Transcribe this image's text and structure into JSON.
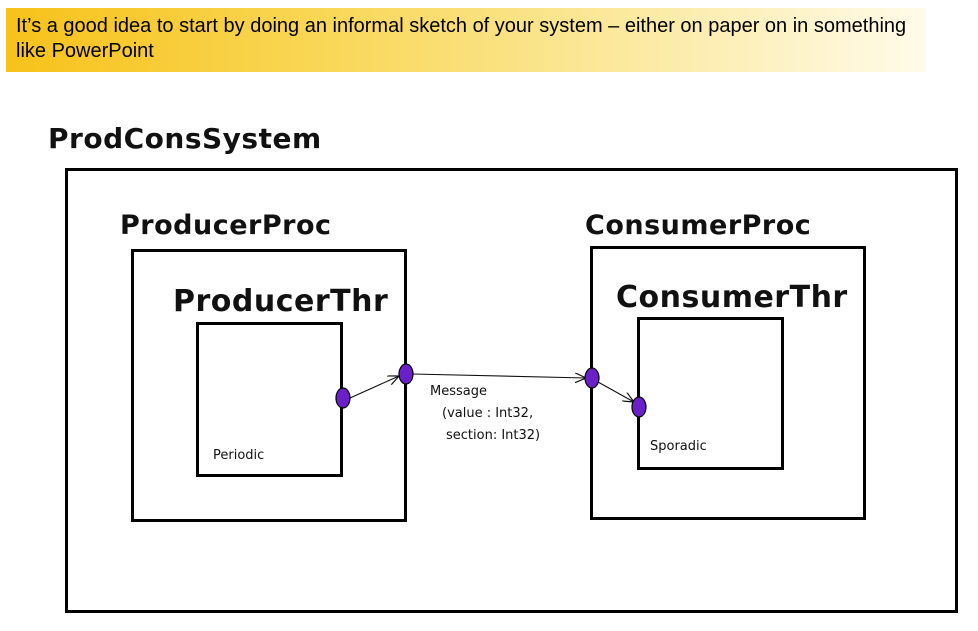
{
  "banner": {
    "text": "It’s a good idea to start by doing an informal sketch of your system – either on paper on in something like PowerPoint"
  },
  "diagram": {
    "system_label": "ProdConsSystem",
    "producer_process_label": "ProducerProc",
    "producer_thread_label": "ProducerThr",
    "producer_thread_type": "Periodic",
    "consumer_process_label": "ConsumerProc",
    "consumer_thread_label": "ConsumerThr",
    "consumer_thread_type": "Sporadic",
    "connection_label_line1": "Message",
    "connection_label_line2": "(value : Int32,",
    "connection_label_line3": "section: Int32)",
    "port_color": "#6a1fc9"
  }
}
